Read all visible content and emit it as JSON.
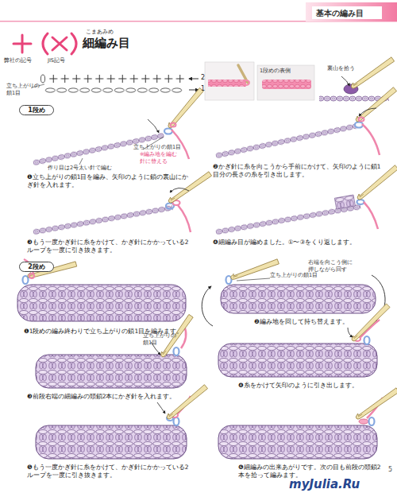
{
  "diagram": {
    "title": "細編み目",
    "nodes": [
      {
        "text": [
          "1段め"
        ]
      },
      {
        "text": [
          "2段め"
        ]
      }
    ],
    "labels": [
      "基本の編み目",
      "こまあみめ",
      "弊社の記号",
      "JIS記号",
      "立ち上がりの鎖1目",
      "2",
      "1",
      "1段めの表側",
      "裏山を拾う",
      "作り目は2号太い針で編む",
      "立ち上がりの鎖1目",
      "※編み地を編む針に替える",
      "❶立ち上がりの鎖1目を編み、矢印のように鎖の裏山にかぎ針を入れます。",
      "❷かぎ針に糸を向こうから手前にかけて、矢印のように鎖1目分の長さの糸を引き出します。",
      "❸もう一度かぎ針に糸をかけて、かぎ針にかかっている2ループを一度に引き抜きます。",
      "❹細編み目が編めました。①〜③をくり返します。",
      "右端を向こう側に押しながら回す",
      "立ち上がりの鎖1目",
      "❶1段めの編み終わりで立ち上がりの鎖1目を編みます。",
      "❷編み地を回して持ち替えます。",
      "立ち上がりの鎖1目",
      "❸前段右端の細編みの頭鎖2本にかぎ針を入れます。",
      "❹糸をかけて矢印のように引き出します。",
      "❺もう一度かぎ針に糸をかけて、かぎ針にかかっている2ループを一度に引き抜きます。",
      "❻細編みの出来あがりです。次の目も前段の頭鎖2本を拾って編みます。",
      "myJulia.Ru",
      "5"
    ]
  }
}
